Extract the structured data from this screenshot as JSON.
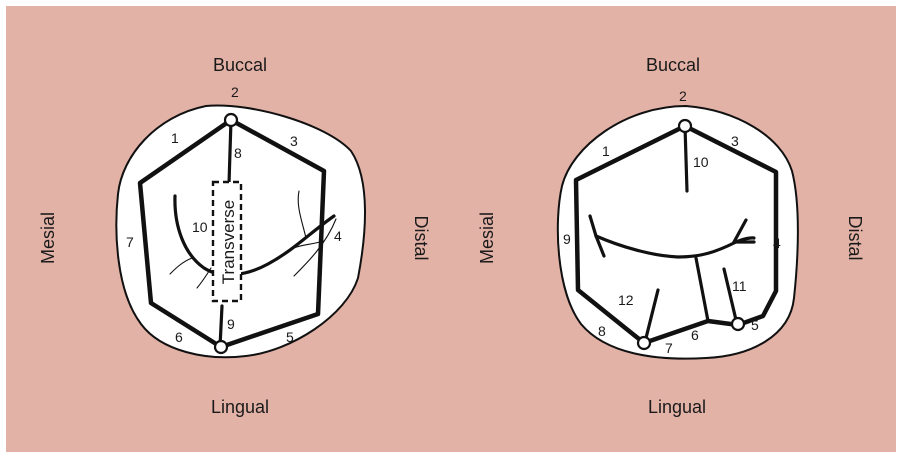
{
  "left_tooth": {
    "labels": {
      "buccal": "Buccal",
      "lingual": "Lingual",
      "mesial": "Mesial",
      "distal": "Distal"
    },
    "ridge_numbers": [
      "1",
      "2",
      "3",
      "4",
      "5",
      "6",
      "7",
      "8",
      "9",
      "10"
    ],
    "transverse_label": "Transverse"
  },
  "right_tooth": {
    "labels": {
      "buccal": "Buccal",
      "lingual": "Lingual",
      "mesial": "Mesial",
      "distal": "Distal"
    },
    "ridge_numbers": [
      "1",
      "2",
      "3",
      "4",
      "5",
      "6",
      "7",
      "8",
      "9",
      "10",
      "11",
      "12"
    ]
  },
  "colors": {
    "background": "#e3b2a7",
    "tooth": "#ffffff",
    "line": "#111111"
  }
}
